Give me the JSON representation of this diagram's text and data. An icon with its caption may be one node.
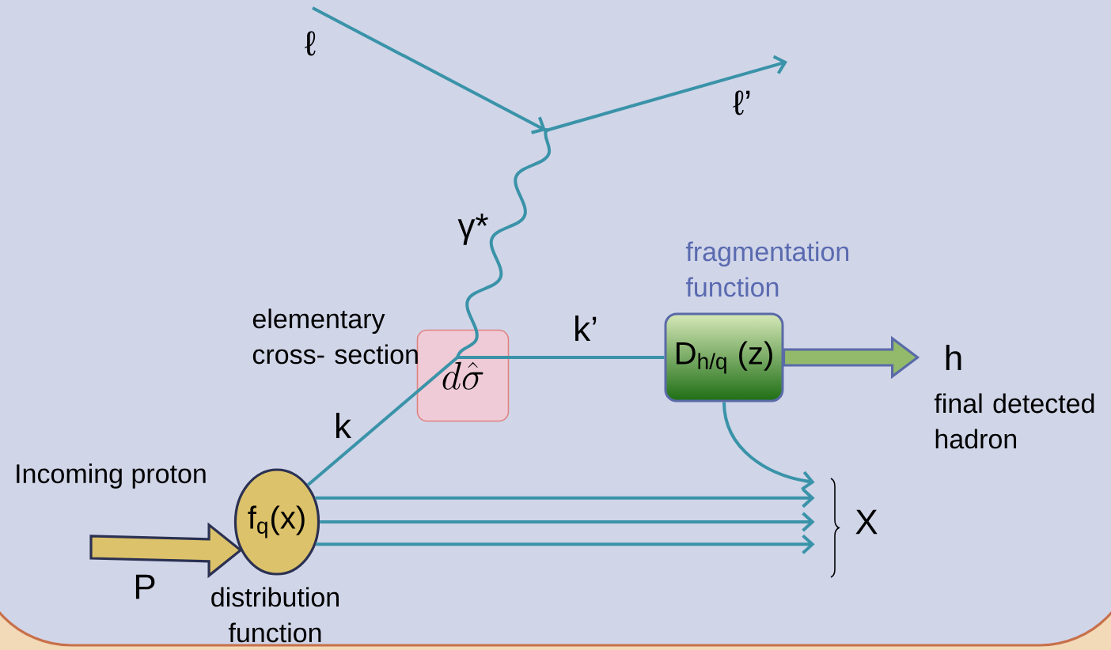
{
  "diagram": {
    "nodes": [
      {
        "text": [],
        "shape": "point"
      },
      {
        "text": [
          "d\\hat{\\sigma}"
        ],
        "beside": [
          "elementary cross- section"
        ]
      },
      {
        "text": [
          "f$_{q}$(x)"
        ],
        "beside": [
          "distribution function"
        ]
      },
      {
        "text": [
          "D$_{h/q}$ (z)"
        ],
        "beside": [
          "fragmentation function"
        ]
      },
      {
        "text": [
          "h"
        ],
        "beside": [
          "final detected hadron"
        ]
      },
      {
        "text": [
          "X"
        ]
      }
    ],
    "edges": [
      {
        "from": null,
        "to": 0,
        "arrow": "to",
        "label": "ℓ"
      },
      {
        "from": 0,
        "to": null,
        "arrow": "to",
        "label": "ℓ’"
      },
      {
        "from": 0,
        "to": 1,
        "arrow": "none",
        "label": "γ*"
      },
      {
        "from": 2,
        "to": 1,
        "arrow": "none",
        "label": "k"
      },
      {
        "from": 1,
        "to": 3,
        "arrow": "none",
        "label": "k’"
      },
      {
        "from": 3,
        "to": 4,
        "arrow": "to",
        "style": "thick",
        "color": "#93ba6a"
      },
      {
        "from": 3,
        "to": 5,
        "arrow": "to"
      },
      {
        "from": 2,
        "to": 5,
        "arrow": "to"
      },
      {
        "from": 2,
        "to": 5,
        "arrow": "to"
      },
      {
        "from": 2,
        "to": 5,
        "arrow": "to"
      },
      {
        "from": null,
        "to": 2,
        "arrow": "to",
        "label": "P",
        "style": "thick",
        "color": "#dcc26a"
      }
    ],
    "labels": [
      "Incoming proton"
    ]
  }
}
